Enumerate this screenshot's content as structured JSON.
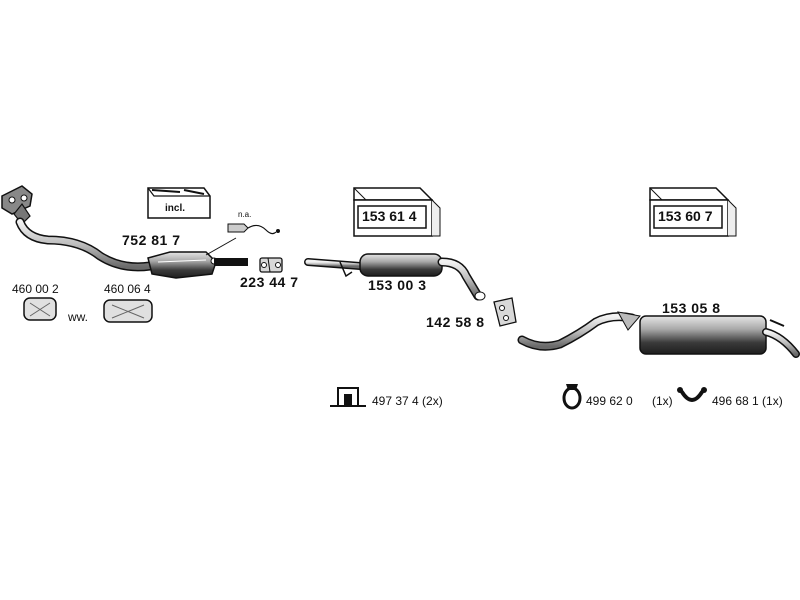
{
  "diagram": {
    "parts": {
      "catalyst": "752 81 7",
      "clamp_front": "223 44 7",
      "front_pipe": "153 00 3",
      "clamp_mid": "142 58 8",
      "rear_silencer": "153 05 8",
      "ring_1": "460 00 2",
      "ring_2": "460 06 4",
      "ww_note": "ww.",
      "lambda_note": "n.a.",
      "incl_note": "incl."
    },
    "boxes": {
      "front_box": "153 61 4",
      "rear_box": "153 60 7"
    },
    "accessories": {
      "bracket": "497 37 4 (2x)",
      "rubber_mount": "499 62 0",
      "rubber_mount_qty": "(1x)",
      "hanger": "496 68 1 (1x)"
    }
  }
}
